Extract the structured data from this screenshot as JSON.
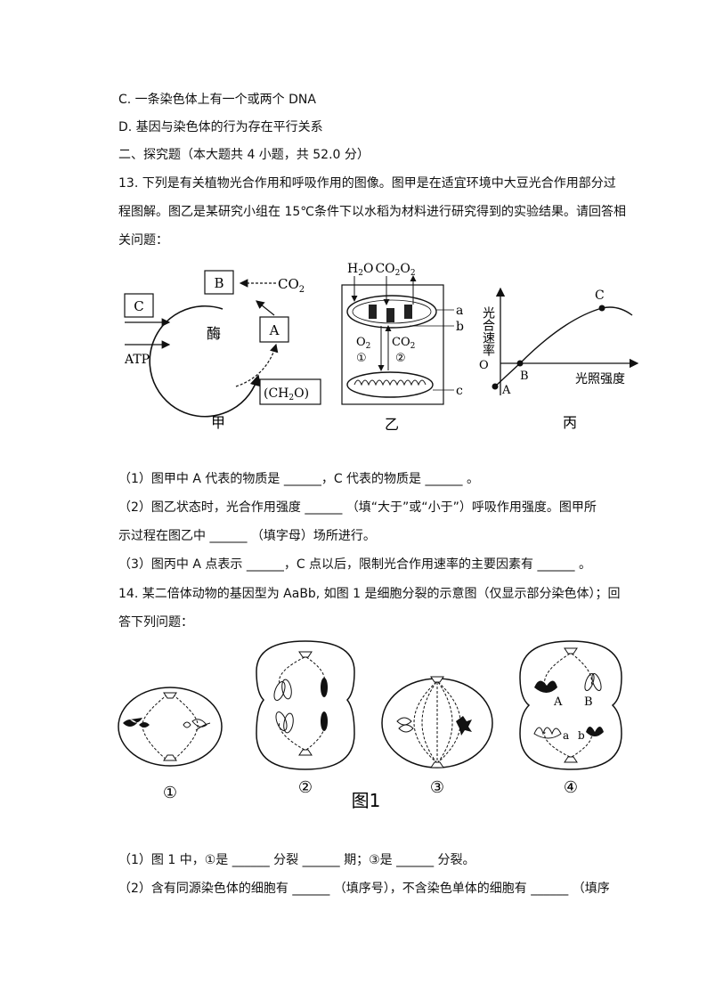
{
  "options": {
    "c": "C. 一条染色体上有一个或两个 DNA",
    "d": "D. 基因与染色体的行为存在平行关系"
  },
  "section": {
    "heading": "二、探究题（本大题共 4 小题，共 52.0 分）"
  },
  "q13": {
    "stem_line1": "13.   下列是有关植物光合作用和呼吸作用的图像。图甲是在适宜环境中大豆光合作用部分过",
    "stem_line2": "程图解。图乙是某研究小组在 15℃条件下以水稻为材料进行研究得到的实验结果。请回答相",
    "stem_line3": "关问题：",
    "sub1": "（1）图甲中 A 代表的物质是 ______，C 代表的物质是 ______ 。",
    "sub2_line1": "（2）图乙状态时，光合作用强度 ______ （填“大于”或“小于”）呼吸作用强度。图甲所",
    "sub2_line2": "示过程在图乙中 ______ （填字母）场所进行。",
    "sub3": "（3）图丙中 A 点表示 ______，C 点以后，限制光合作用速率的主要因素有 ______ 。",
    "fig_jia": {
      "label_b": "B",
      "label_c": "C",
      "label_a": "A",
      "co2": "CO",
      "co2_sub": "2",
      "enzyme": "酶",
      "atp": "ATP",
      "ch2o": "(CH",
      "ch2o_sub": "2",
      "ch2o_end": "O)",
      "caption": "甲"
    },
    "fig_yi": {
      "top_h": "H",
      "top_2": "2",
      "top_o": "O",
      "top_co": "CO",
      "top_o2": "O",
      "label_a": "a",
      "label_b": "b",
      "label_c": "c",
      "o2": "O",
      "co2": "CO",
      "num1": "①",
      "num2": "②",
      "caption": "乙"
    },
    "fig_bing": {
      "ylabel": "光合速率",
      "y_origin": "O",
      "xlabel": "光照强度",
      "point_a": "A",
      "point_b": "B",
      "point_c": "C",
      "caption": "丙"
    }
  },
  "q14": {
    "stem_line1": "14.   某二倍体动物的基因型为 AaBb, 如图 1 是细胞分裂的示意图（仅显示部分染色体）；回",
    "stem_line2": "答下列问题：",
    "figure_title": "图1",
    "cell_labels": [
      "①",
      "②",
      "③",
      "④"
    ],
    "cell4_genes": {
      "A_upper": "A",
      "B_upper": "B",
      "a_lower": "a",
      "b_lower": "b"
    },
    "sub1": "（1）图 1 中，①是 ______ 分裂 ______ 期；③是 ______ 分裂。",
    "sub2": "（2）含有同源染色体的细胞有 ______ （填序号），不含染色单体的细胞有 ______ （填序"
  }
}
